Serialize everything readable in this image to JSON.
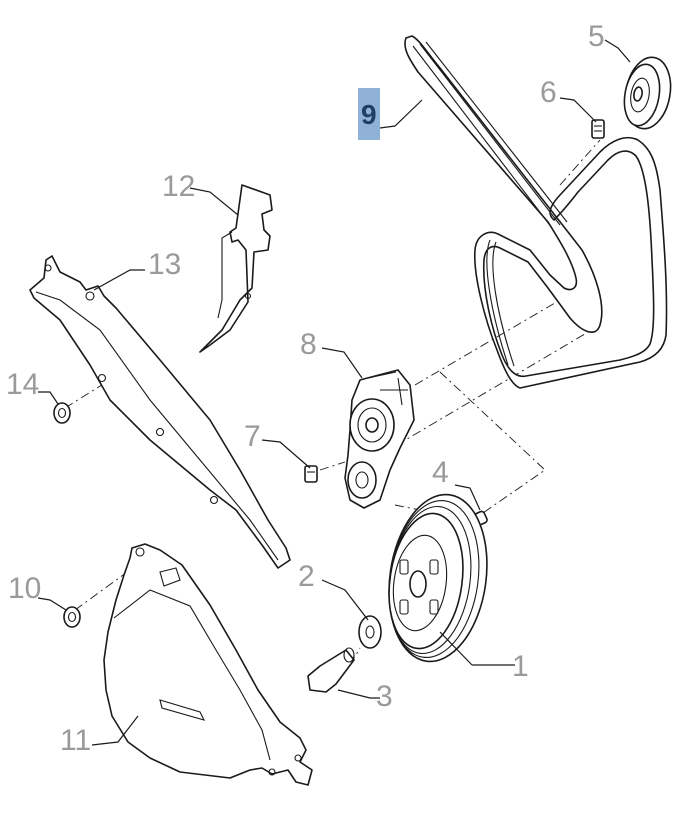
{
  "colors": {
    "callout_text": "#9a9a9a",
    "highlight_fill": "#8fb2d6",
    "highlight_text": "#1f3f66",
    "line": "#1a1a1a"
  },
  "callouts": [
    {
      "id": "1",
      "label": "1",
      "highlighted": false
    },
    {
      "id": "2",
      "label": "2",
      "highlighted": false
    },
    {
      "id": "3",
      "label": "3",
      "highlighted": false
    },
    {
      "id": "4",
      "label": "4",
      "highlighted": false
    },
    {
      "id": "5",
      "label": "5",
      "highlighted": false
    },
    {
      "id": "6",
      "label": "6",
      "highlighted": false
    },
    {
      "id": "7",
      "label": "7",
      "highlighted": false
    },
    {
      "id": "8",
      "label": "8",
      "highlighted": false
    },
    {
      "id": "9",
      "label": "9",
      "highlighted": true
    },
    {
      "id": "10",
      "label": "10",
      "highlighted": false
    },
    {
      "id": "11",
      "label": "11",
      "highlighted": false
    },
    {
      "id": "12",
      "label": "12",
      "highlighted": false
    },
    {
      "id": "13",
      "label": "13",
      "highlighted": false
    },
    {
      "id": "14",
      "label": "14",
      "highlighted": false
    }
  ]
}
